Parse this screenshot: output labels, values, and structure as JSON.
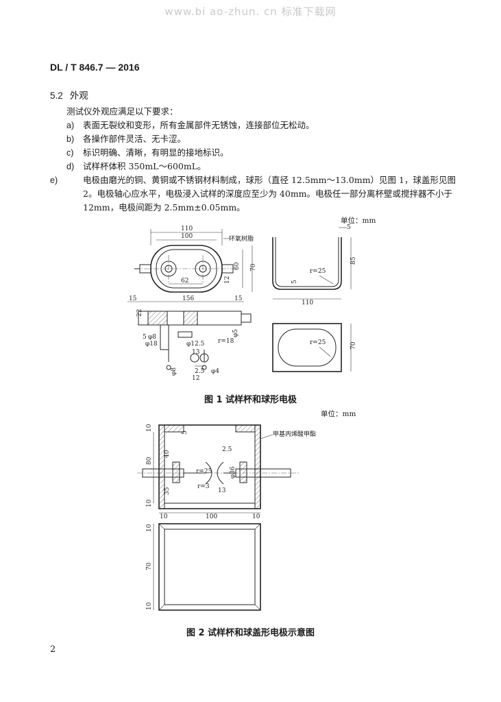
{
  "watermark": "www.bi ao-zhun. cn   标准下载网",
  "standard_code": "DL / T 846.7 — 2016",
  "section": {
    "number": "5.2",
    "title": "外观"
  },
  "intro": "测试仪外观应满足以下要求：",
  "items": [
    {
      "label": "a)",
      "text": "表面无裂纹和变形，所有金属部件无锈蚀，连接部位无松动。"
    },
    {
      "label": "b)",
      "text": "各操作部件灵活、无卡涩。"
    },
    {
      "label": "c)",
      "text": "标识明确、清晰，有明显的接地标识。"
    },
    {
      "label": "d)",
      "text": "试样杯体积 350mL～600mL。"
    },
    {
      "label": "e)",
      "text": "电极由磨光的铜、黄铜或不锈钢材料制成，球形（直径 12.5mm～13.0mm）见图 1，球盖形见图 2。电极轴心应水平，电极浸入试样的深度应至少为 40mm。电极任一部分离杯壁或搅拌器不小于 12mm，电极间距为 2.5mm±0.05mm。"
    }
  ],
  "figure1": {
    "unit": "单位：mm",
    "caption": "图 1   试样杯和球形电极",
    "labels": {
      "resin": "环氧树脂",
      "d110": "110",
      "d100": "100",
      "d60": "60",
      "d70": "70",
      "d12": "12",
      "d62": "62",
      "d15": "15",
      "d156": "156",
      "d22": "22",
      "d5": "5",
      "phi8": "φ8",
      "phi18": "φ18",
      "phi12_5": "φ12.5",
      "d13": "13",
      "r18": "r=18",
      "phi5": "φ5",
      "d2_5": "2.5",
      "phi4": "φ4",
      "phi8b": "φ8",
      "cup_d5": "5",
      "cup_d85": "85",
      "cup_r25": "r=25",
      "cup_d5b": "5",
      "cup_d110": "110",
      "top_r25": "r=25",
      "top_d70": "70"
    }
  },
  "figure2": {
    "unit": "单位：mm",
    "caption": "图 2   试样杯和球盖形电极示意图",
    "labels": {
      "pmma": "甲基丙烯酸甲酯",
      "d10a": "10",
      "d5": "5",
      "d40": "40",
      "d80": "80",
      "d35": "35",
      "d10b": "10",
      "d2_5": "2.5",
      "r25": "r=25",
      "r3": "r=3",
      "phi36": "φ36",
      "d13": "13",
      "b10a": "10",
      "b100": "100",
      "b10b": "10",
      "v10a": "10",
      "v70": "70",
      "v10b": "10"
    }
  },
  "page_number": "2"
}
